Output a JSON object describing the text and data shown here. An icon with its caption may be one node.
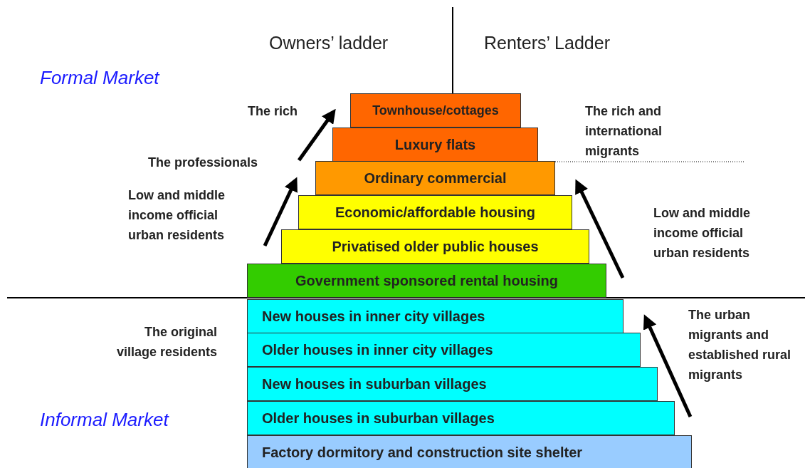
{
  "diagram": {
    "nodes": [
      {
        "text": [
          "Townhouse/cottages"
        ]
      },
      {
        "text": [
          "Luxury flats"
        ]
      },
      {
        "text": [
          "Ordinary commercial"
        ]
      },
      {
        "text": [
          "Economic/affordable housing"
        ]
      },
      {
        "text": [
          "Privatised older public houses"
        ]
      },
      {
        "text": [
          "Government sponsored rental housing"
        ]
      },
      {
        "text": [
          "New houses in inner city villages"
        ]
      },
      {
        "text": [
          "Older houses in inner city villages"
        ]
      },
      {
        "text": [
          "New houses in suburban villages"
        ]
      },
      {
        "text": [
          "Older houses in suburban villages"
        ]
      },
      {
        "text": [
          "Factory dormitory and construction site shelter"
        ]
      }
    ],
    "labels": [
      "Owners’ ladder",
      "Renters’ Ladder",
      "Formal Market",
      "The rich",
      "The rich and international migrants",
      "The professionals",
      "Low and middle income official urban residents",
      "Low and middle income official urban residents",
      "The original village residents",
      "The urban migrants and established rural migrants",
      "Informal Market"
    ]
  }
}
